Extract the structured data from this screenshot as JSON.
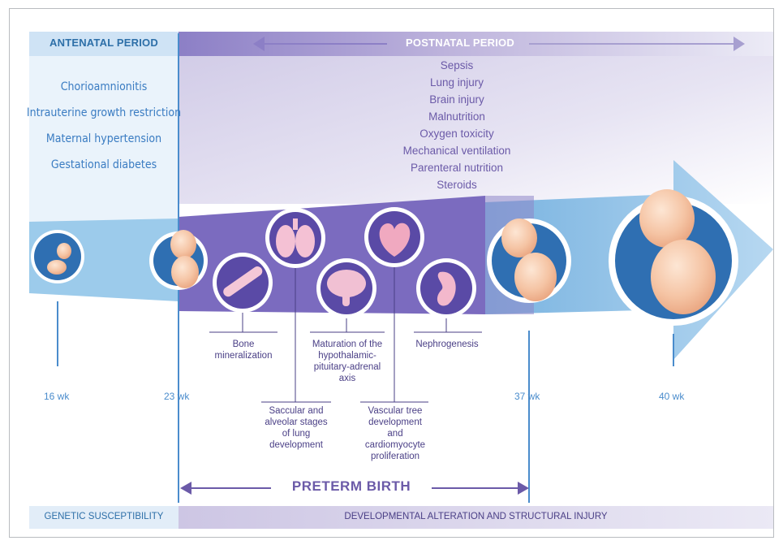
{
  "headers": {
    "antenatal": "ANTENATAL PERIOD",
    "postnatal": "POSTNATAL PERIOD"
  },
  "antenatal_factors": [
    "Chorioamnionitis",
    "Intrauterine growth restriction",
    "Maternal hypertension",
    "Gestational diabetes"
  ],
  "postnatal_factors": [
    "Sepsis",
    "Lung injury",
    "Brain injury",
    "Malnutrition",
    "Oxygen toxicity",
    "Mechanical ventilation",
    "Parenteral nutrition",
    "Steroids"
  ],
  "weeks": [
    "16 wk",
    "23 wk",
    "37 wk",
    "40 wk"
  ],
  "organ_processes": {
    "bone": "Bone mineralization",
    "lung": "Saccular and alveolar stages of lung development",
    "brain": "Maturation of the hypothalamic-pituitary-adrenal axis",
    "heart": "Vascular tree development and cardiomyocyte proliferation",
    "kidney": "Nephrogenesis"
  },
  "preterm_birth": "PRETERM BIRTH",
  "footer": {
    "left": "GENETIC SUSCEPTIBILITY",
    "right": "DEVELOPMENTAL ALTERATION AND STRUCTURAL INJURY"
  },
  "colors": {
    "antenatal_blue": "#3a7cc2",
    "postnatal_purple": "#6b5aa8",
    "band_purple": "#7b6bbf",
    "arrow_blue": "#8fc0e6"
  }
}
